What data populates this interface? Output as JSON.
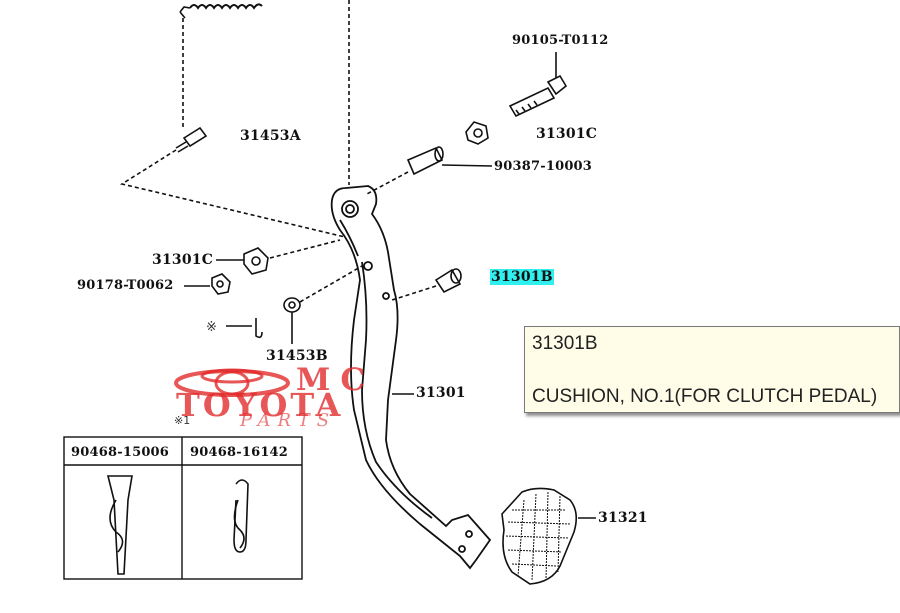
{
  "parts": {
    "p90105": "90105-T0112",
    "p31301c_top": "31301C",
    "p90387": "90387-10003",
    "p31453a": "31453A",
    "p31301c_left": "31301C",
    "p90178": "90178-T0062",
    "p31301b": "31301B",
    "p31453b": "31453B",
    "p31301": "31301",
    "p31321": "31321",
    "p90468_15006": "90468-15006",
    "p90468_16142": "90468-16142"
  },
  "notes": {
    "asterisk_label": "※",
    "asterisk1": "※1"
  },
  "tooltip": {
    "part_number": "31301B",
    "description": "CUSHION, NO.1(FOR CLUTCH PEDAL)"
  },
  "watermark": {
    "mc": "MC",
    "toyota": "TOYOTA",
    "parts": "PARTS",
    "color": "#e22828"
  }
}
